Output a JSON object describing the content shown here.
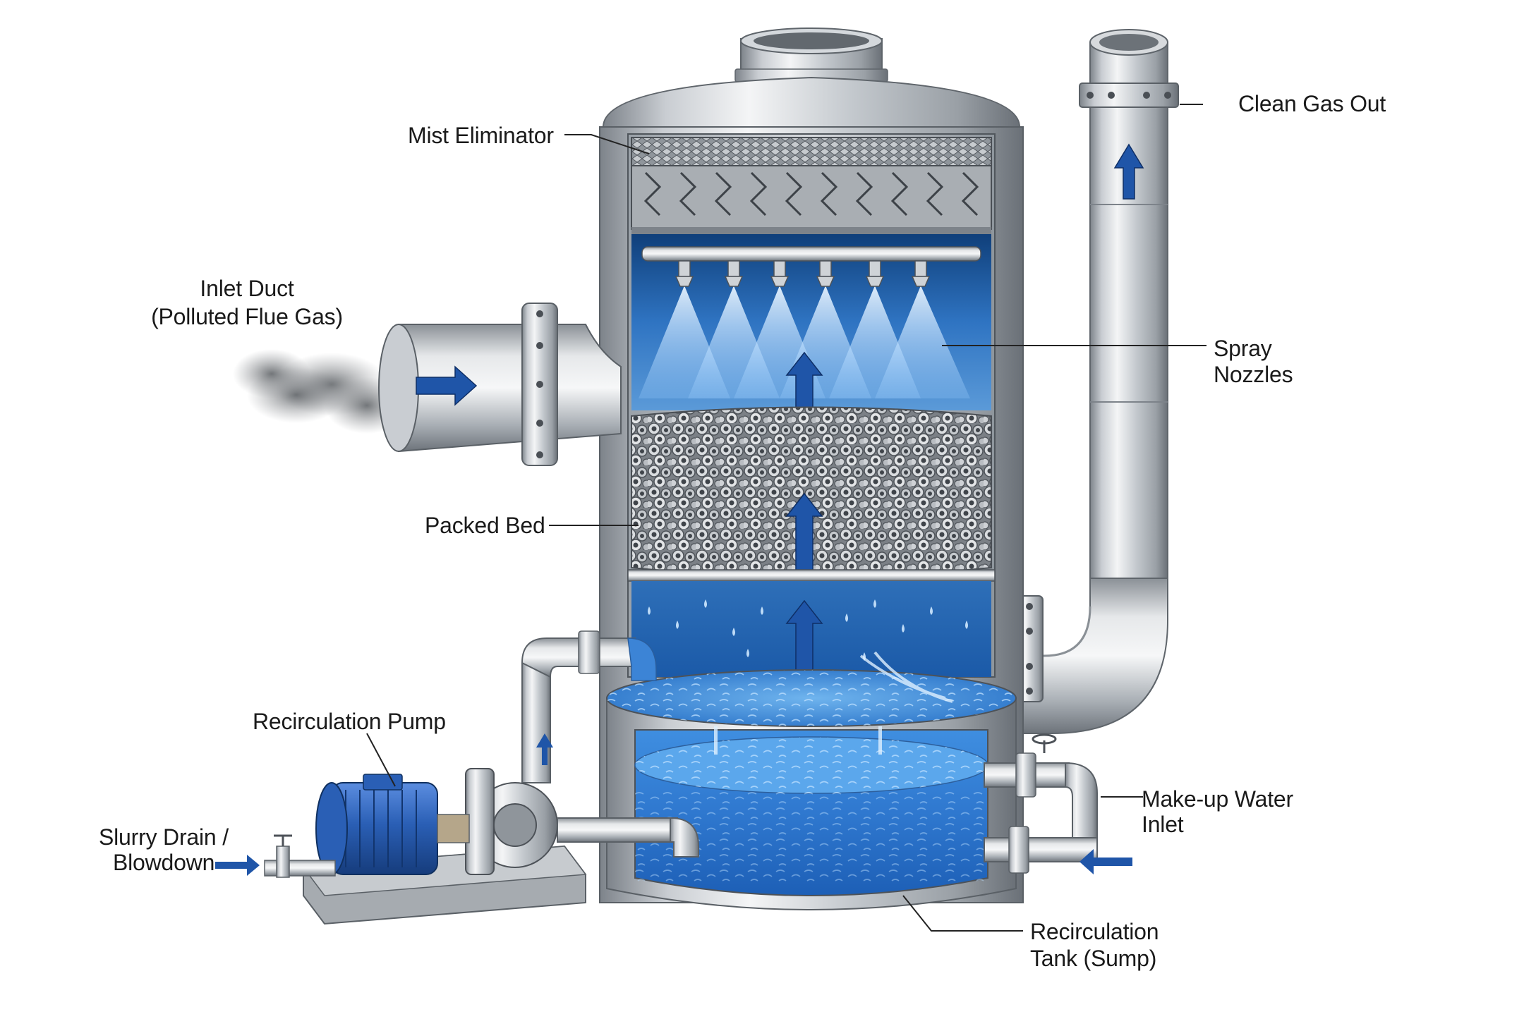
{
  "labels": {
    "mist_eliminator": "Mist Eliminator",
    "inlet_duct": "Inlet Duct",
    "inlet_duct_sub": "(Polluted Flue Gas)",
    "clean_gas_out": "Clean Gas Out",
    "spray_nozzles_1": "Spray",
    "spray_nozzles_2": "Nozzles",
    "packed_bed": "Packed Bed",
    "recirculation_pump": "Recirculation Pump",
    "slurry_drain_1": "Slurry Drain /",
    "slurry_drain_2": "Blowdown",
    "makeup_water_1": "Make-up Water",
    "makeup_water_2": "Inlet",
    "tank_1": "Recirculation",
    "tank_2": "Tank (Sump)"
  },
  "colors": {
    "steel_light": "#eef0f2",
    "steel_mid": "#b9bec4",
    "steel_dark": "#6f757c",
    "water_light": "#5aa7e6",
    "water_dark": "#1a5fb0",
    "arrow_blue": "#1f55a8",
    "motor_blue": "#2457a6",
    "leader_line": "#222222"
  }
}
